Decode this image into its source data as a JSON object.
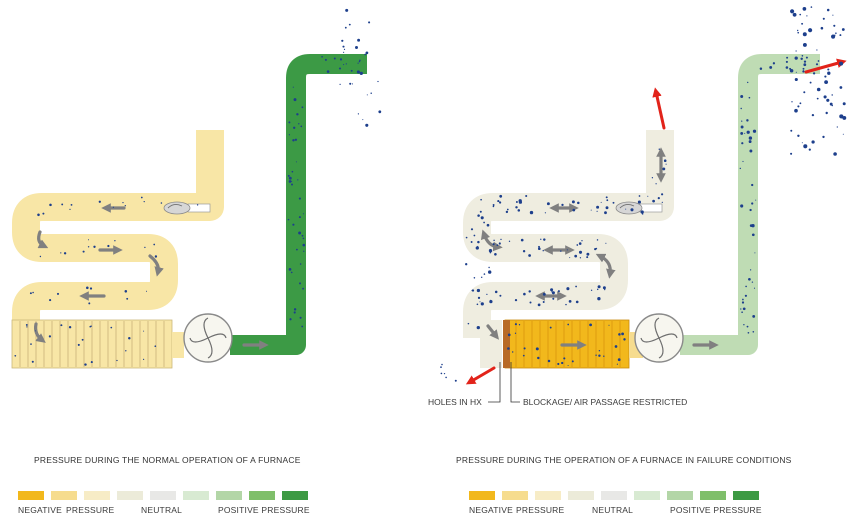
{
  "left_panel": {
    "caption": "PRESSURE DURING THE NORMAL OPERATION OF A FURNACE",
    "scale_labels": {
      "negative": "NEGATIVE",
      "pressure": "PRESSURE",
      "neutral": "NEUTRAL",
      "positive": "POSITIVE PRESSURE"
    }
  },
  "right_panel": {
    "caption": "PRESSURE DURING THE OPERATION OF A FURNACE IN FAILURE CONDITIONS",
    "callouts": {
      "holes": "HOLES IN HX",
      "blockage": "BLOCKAGE/ AIR PASSAGE RESTRICTED"
    },
    "scale_labels": {
      "negative": "NEGATIVE",
      "pressure": "PRESSURE",
      "neutral": "NEUTRAL",
      "positive": "POSITIVE PRESSURE"
    }
  },
  "pressure_scale_colors": [
    "#f2b81c",
    "#f6dc8e",
    "#f7ecc6",
    "#ecebd9",
    "#e8e8e6",
    "#d8ead2",
    "#b3d6a7",
    "#7fbf6a",
    "#3d9a44"
  ],
  "colors": {
    "flue_yellow": "#f8e6a6",
    "exhaust_green": "#3c9a45",
    "neutral_flue": "#efede0",
    "light_green": "#bfdcb4",
    "hx_orange": "#f2b81c",
    "blockage": "#b86a26",
    "arrow_red": "#e2231a",
    "arrow_gray": "#808080",
    "particle_blue": "#1d3f8c"
  },
  "icons": [
    "flame-icon",
    "fan-icon",
    "arrow-icon"
  ]
}
